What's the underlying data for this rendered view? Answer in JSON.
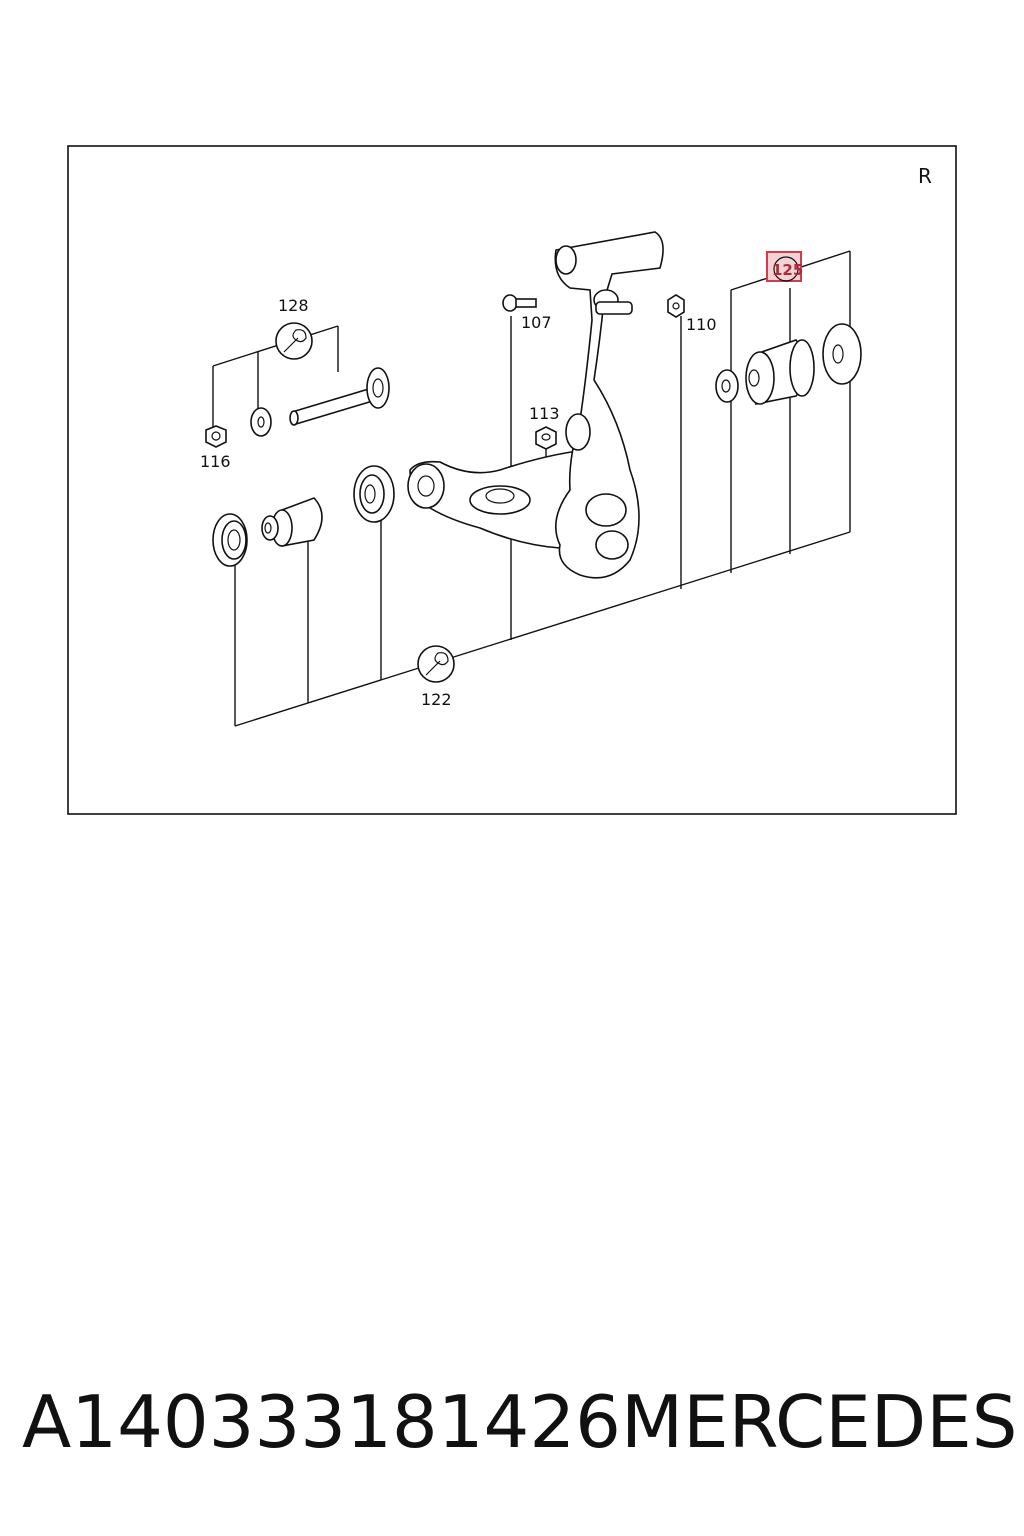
{
  "diagram": {
    "side_label": "R",
    "callouts": {
      "c107": "107",
      "c110": "110",
      "c113": "113",
      "c116": "116",
      "c122": "122",
      "c125": "125",
      "c128": "128"
    },
    "highlighted_callout": "125",
    "highlight_color": "#d43a4e"
  },
  "caption": {
    "part_number": "A140333181426",
    "brand": "MERCEDES"
  }
}
